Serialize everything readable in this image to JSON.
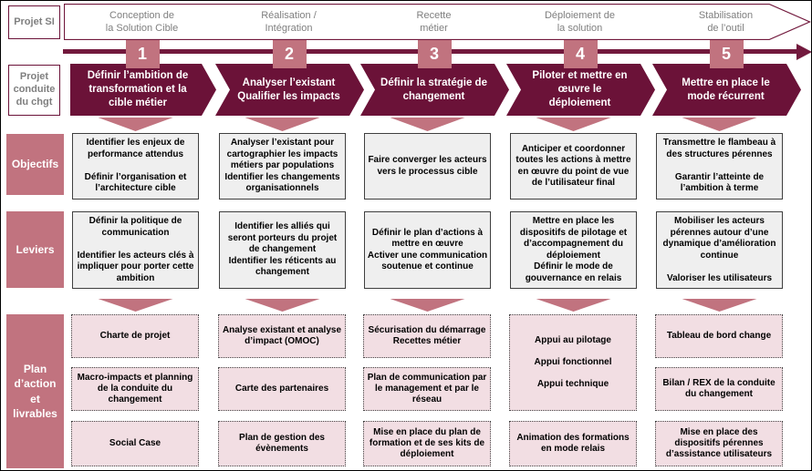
{
  "colors": {
    "maroon": "#6b1238",
    "timeline": "#72193d",
    "rose": "#c1737f",
    "light_pink": "#f2dee3",
    "gray_box": "#efefef",
    "text_gray": "#7f7f7f"
  },
  "side": {
    "projet_si": "Projet SI",
    "projet_chgt": "Projet\nconduite\ndu chgt",
    "objectifs": "Objectifs",
    "leviers": "Leviers",
    "plan": "Plan\nd’action\net\nlivrables"
  },
  "phases": [
    {
      "number": "1",
      "label": "Conception de\nla Solution Cible"
    },
    {
      "number": "2",
      "label": "Réalisation /\nIntégration"
    },
    {
      "number": "3",
      "label": "Recette\nmétier"
    },
    {
      "number": "4",
      "label": "Déploiement de\nla solution"
    },
    {
      "number": "5",
      "label": "Stabilisation\nde l’outil"
    }
  ],
  "banners": [
    "Définir l’ambition de\ntransformation et la\ncible métier",
    "Analyser l’existant\nQualifier les impacts",
    "Définir la stratégie de\nchangement",
    "Piloter et mettre en\nœuvre le\ndéploiement",
    "Mettre en place le\nmode récurrent"
  ],
  "objectifs_cells": [
    "Identifier les enjeux de performance attendus\n\nDéfinir l’organisation et l’architecture cible",
    "Analyser l’existant pour cartographier les impacts métiers par populations\nIdentifier les changements organisationnels",
    "Faire converger les acteurs vers le processus cible",
    "Anticiper et coordonner toutes les actions à mettre en œuvre du point de vue de l’utilisateur final",
    "Transmettre le flambeau à des structures pérennes\n\nGarantir l’atteinte de l’ambition à terme"
  ],
  "leviers_cells": [
    "Définir la politique de communication\n\nIdentifier les acteurs clés à impliquer pour porter cette ambition",
    "Identifier les alliés qui seront porteurs du projet de changement\nIdentifier les réticents au changement",
    "Définir le plan d’actions à mettre en œuvre\nActiver une communication soutenue et continue",
    "Mettre en place les dispositifs de pilotage et d’accompagnement du déploiement\nDéfinir le mode de gouvernance en relais",
    "Mobiliser les acteurs pérennes autour d’une dynamique d’amélioration continue\n\nValoriser les utilisateurs"
  ],
  "plan_columns": [
    [
      "Charte de projet",
      "Macro-impacts et planning de la conduite du changement",
      "Social Case"
    ],
    [
      "Analyse existant et analyse d’impact (OMOC)",
      "Carte des partenaires",
      "Plan de gestion des évènements"
    ],
    [
      "Sécurisation du démarrage\nRecettes métier",
      "Plan de communication par le management et par le réseau",
      "Mise en place du plan de formation et de ses kits de déploiement"
    ],
    [
      "Appui au pilotage\n\nAppui fonctionnel\n\nAppui technique",
      "Animation des formations en mode relais"
    ],
    [
      "Tableau de bord change",
      "Bilan / REX de la conduite du changement",
      "Mise en place des dispositifs pérennes d’assistance utilisateurs"
    ]
  ]
}
